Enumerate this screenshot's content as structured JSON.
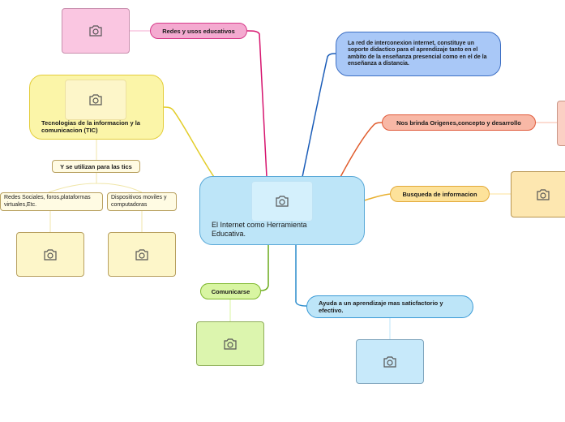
{
  "central": {
    "title": "El Internet como Herramienta Educativa."
  },
  "nodes": {
    "redes": "Redes y usos educativos",
    "red_internet": "La red de interconexion internet, constituye un soporte didactico para el aprendizaje tanto en el ambito de la enseñanza presencial como en el de la enseñanza a distancia.",
    "origenes": "Nos brinda Origenes,concepto y desarrollo",
    "busqueda": "Busqueda de informacion",
    "ayuda": "Ayuda a un aprendizaje mas saticfactorio y efectivo.",
    "comunicarse": "Comunicarse",
    "tic": "Tecnologias de la informacion y la comunicacion (TIC)",
    "se_utilizan": "Y se utilizan para las tics",
    "redes_sociales": "Redes Sociales, foros,plataformas virtuales,Etc.",
    "dispositivos": "Dispositivos moviles y computadoras"
  },
  "colors": {
    "pink": "#f4aad0",
    "pink_border": "#d63b8a",
    "blue": "#a9c8f7",
    "blue_border": "#3d6fc4",
    "salmon": "#f8b8a6",
    "salmon_border": "#e05a3a",
    "orange": "#fde29a",
    "orange_border": "#e2a93a",
    "cyan": "#bde5f8",
    "cyan_border": "#5aa9d8",
    "green": "#d8f5a2",
    "green_border": "#7fb82e",
    "yellow": "#fbf5a8",
    "yellow_border": "#e3cd3a"
  },
  "icons": {
    "image_placeholder": "camera-icon"
  }
}
